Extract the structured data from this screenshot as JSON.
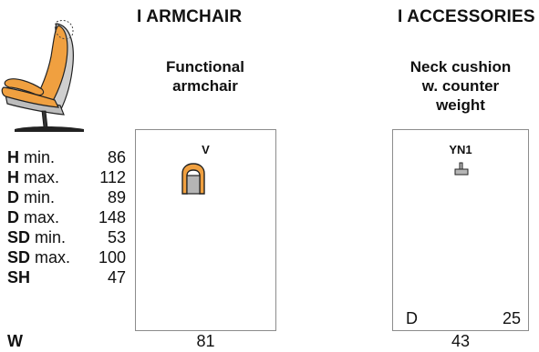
{
  "headers": {
    "armchair": "I ARMCHAIR",
    "accessories": "I ACCESSORIES"
  },
  "products": [
    {
      "title_line1": "Functional",
      "title_line2": "armchair",
      "code": "V",
      "width": "81"
    },
    {
      "title_line1": "Neck cushion",
      "title_line2": "w. counter",
      "title_line3": "weight",
      "code": "YN1",
      "depth_label": "D",
      "depth_value": "25",
      "width": "43"
    }
  ],
  "dimensions": [
    {
      "abbr": "H",
      "suffix": "min.",
      "value": "86"
    },
    {
      "abbr": "H",
      "suffix": "max.",
      "value": "112"
    },
    {
      "abbr": "D",
      "suffix": "min.",
      "value": "89"
    },
    {
      "abbr": "D",
      "suffix": "max.",
      "value": "148"
    },
    {
      "abbr": "SD",
      "suffix": "min.",
      "value": "53"
    },
    {
      "abbr": "SD",
      "suffix": "max.",
      "value": "100"
    },
    {
      "abbr": "SH",
      "suffix": "",
      "value": "47"
    }
  ],
  "width_label": "W",
  "colors": {
    "leather_orange": "#f0a040",
    "frame_gray": "#b5b5b5",
    "border_gray": "#8c8c8c"
  }
}
